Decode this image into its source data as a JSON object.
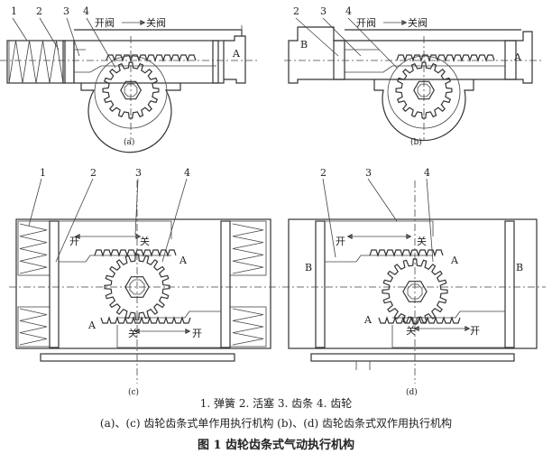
{
  "panels": {
    "a": {
      "caption": "(a)",
      "labels": [
        "1",
        "2",
        "3",
        "4"
      ],
      "open_label": "开阀",
      "close_label": "关阀",
      "chamber": "A"
    },
    "b": {
      "caption": "(b)",
      "labels": [
        "2",
        "3",
        "4"
      ],
      "open_label": "开阀",
      "close_label": "关阀",
      "chamber_left": "B",
      "chamber_right": "A"
    },
    "c": {
      "caption": "(c)",
      "labels": [
        "1",
        "2",
        "3",
        "4"
      ],
      "open_top": "开",
      "close_top": "关",
      "open_bottom": "开",
      "close_bottom": "关",
      "chamber_upper": "A",
      "chamber_lower": "A"
    },
    "d": {
      "caption": "(d)",
      "labels": [
        "2",
        "3",
        "4"
      ],
      "open_top": "开",
      "close_top": "关",
      "open_bottom": "开",
      "close_bottom": "关",
      "chamber_upper": "A",
      "chamber_lower": "A",
      "chamber_left": "B",
      "chamber_right": "B"
    }
  },
  "legend": "1. 弹簧   2. 活塞   3. 齿条   4. 齿轮",
  "subtitle": "(a)、(c) 齿轮齿条式单作用执行机构   (b)、(d) 齿轮齿条式双作用执行机构",
  "figure_title": "图 1    齿轮齿条式气动执行机构"
}
